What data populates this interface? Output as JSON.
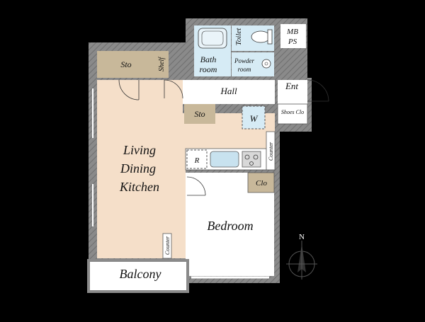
{
  "plan": {
    "colors": {
      "background": "#000000",
      "wall": "#8a8a8a",
      "wall_hatch": "#6e6e6e",
      "ldk_floor": "#f5dfc9",
      "storage_floor": "#c8b89a",
      "wet_floor": "#d6ebf5",
      "neutral_floor": "#ffffff",
      "balcony_floor": "#ffffff",
      "dashed": "#5a5a5a"
    },
    "rooms": {
      "living": [
        "Living",
        "Dining",
        "Kitchen"
      ],
      "bedroom": "Bedroom",
      "balcony": "Balcony",
      "hall": "Hall",
      "entrance": "Ent",
      "shoes_closet": "Shoes Clo",
      "bath": [
        "Bath",
        "room"
      ],
      "powder": [
        "Powder",
        "room"
      ],
      "toilet": "Toilet",
      "mbps": [
        "MB",
        "PS"
      ],
      "storage_top": "Sto",
      "shelf": "Shelf",
      "storage_hall": "Sto",
      "washer": "W",
      "fridge": "R",
      "counter_kitchen": "Counter",
      "counter_living": "Counter",
      "closet": "Clo"
    },
    "compass": {
      "label": "N",
      "icon": "north-arrow-icon"
    }
  }
}
